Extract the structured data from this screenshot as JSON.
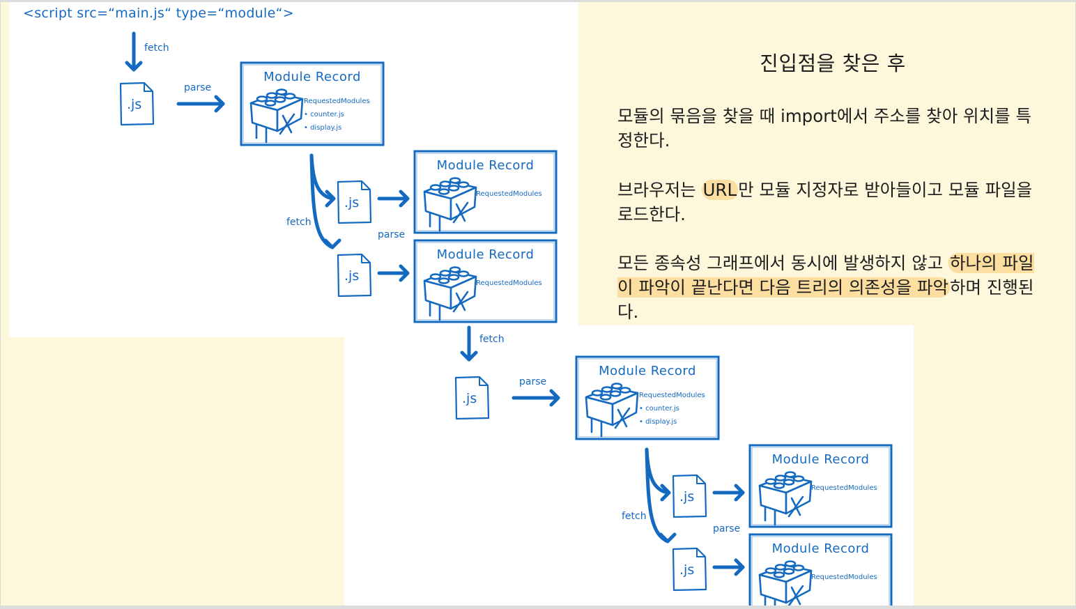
{
  "diagram": {
    "script_tag": "<script src=“main.js“ type=“module“>",
    "labels": {
      "fetch": "fetch",
      "parse": "parse",
      "js": ".js"
    },
    "record": {
      "title": "Module Record",
      "requested": "RequestedModules",
      "items": [
        "counter.js",
        "display.js"
      ]
    }
  },
  "text": {
    "title": "진입점을 찾은 후",
    "p1": "모듈의 묶음을 찾을 때 import에서 주소를 찾아 위치를 특정한다.",
    "p2_a": "브라우저는 ",
    "p2_hl": "URL",
    "p2_b": "만 모듈 지정자로 받아들이고 모듈 파일을 로드한다.",
    "p3_a": "모든 종속성 그래프에서 동시에 발생하지 않고 ",
    "p3_hl": "하나의 파일이 파악이 끝난다면 다음 트리의 의존성을 파악",
    "p3_b": "하며 진행된다."
  },
  "colors": {
    "accent": "#1469c0",
    "highlight": "#facd78",
    "background": "#fdf7dc"
  }
}
